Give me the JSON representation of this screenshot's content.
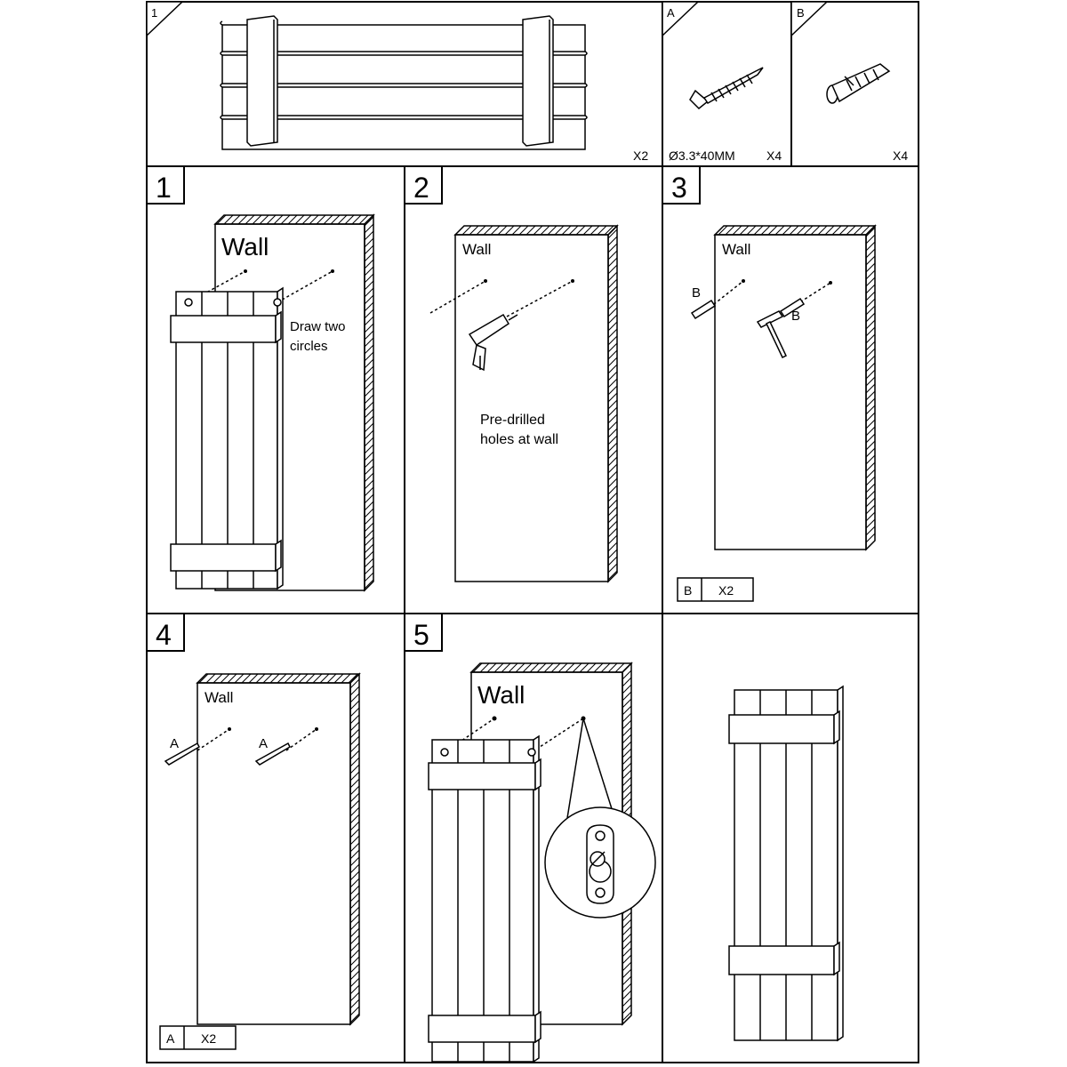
{
  "parts": {
    "main": {
      "index": "1",
      "quantity": "X2"
    },
    "screw": {
      "letter": "A",
      "spec": "Ø3.3*40MM",
      "quantity": "X4"
    },
    "anchor": {
      "letter": "B",
      "quantity": "X4"
    }
  },
  "steps": [
    {
      "number": "1",
      "wall_label": "Wall",
      "note_line1": "Draw two",
      "note_line2": "circles"
    },
    {
      "number": "2",
      "wall_label": "Wall",
      "note_line1": "Pre-drilled",
      "note_line2": "holes at wall"
    },
    {
      "number": "3",
      "wall_label": "Wall",
      "callout_letter": "B",
      "legend_letter": "B",
      "legend_qty": "X2"
    },
    {
      "number": "4",
      "wall_label": "Wall",
      "callout_letter": "A",
      "legend_letter": "A",
      "legend_qty": "X2"
    },
    {
      "number": "5",
      "wall_label": "Wall"
    }
  ]
}
